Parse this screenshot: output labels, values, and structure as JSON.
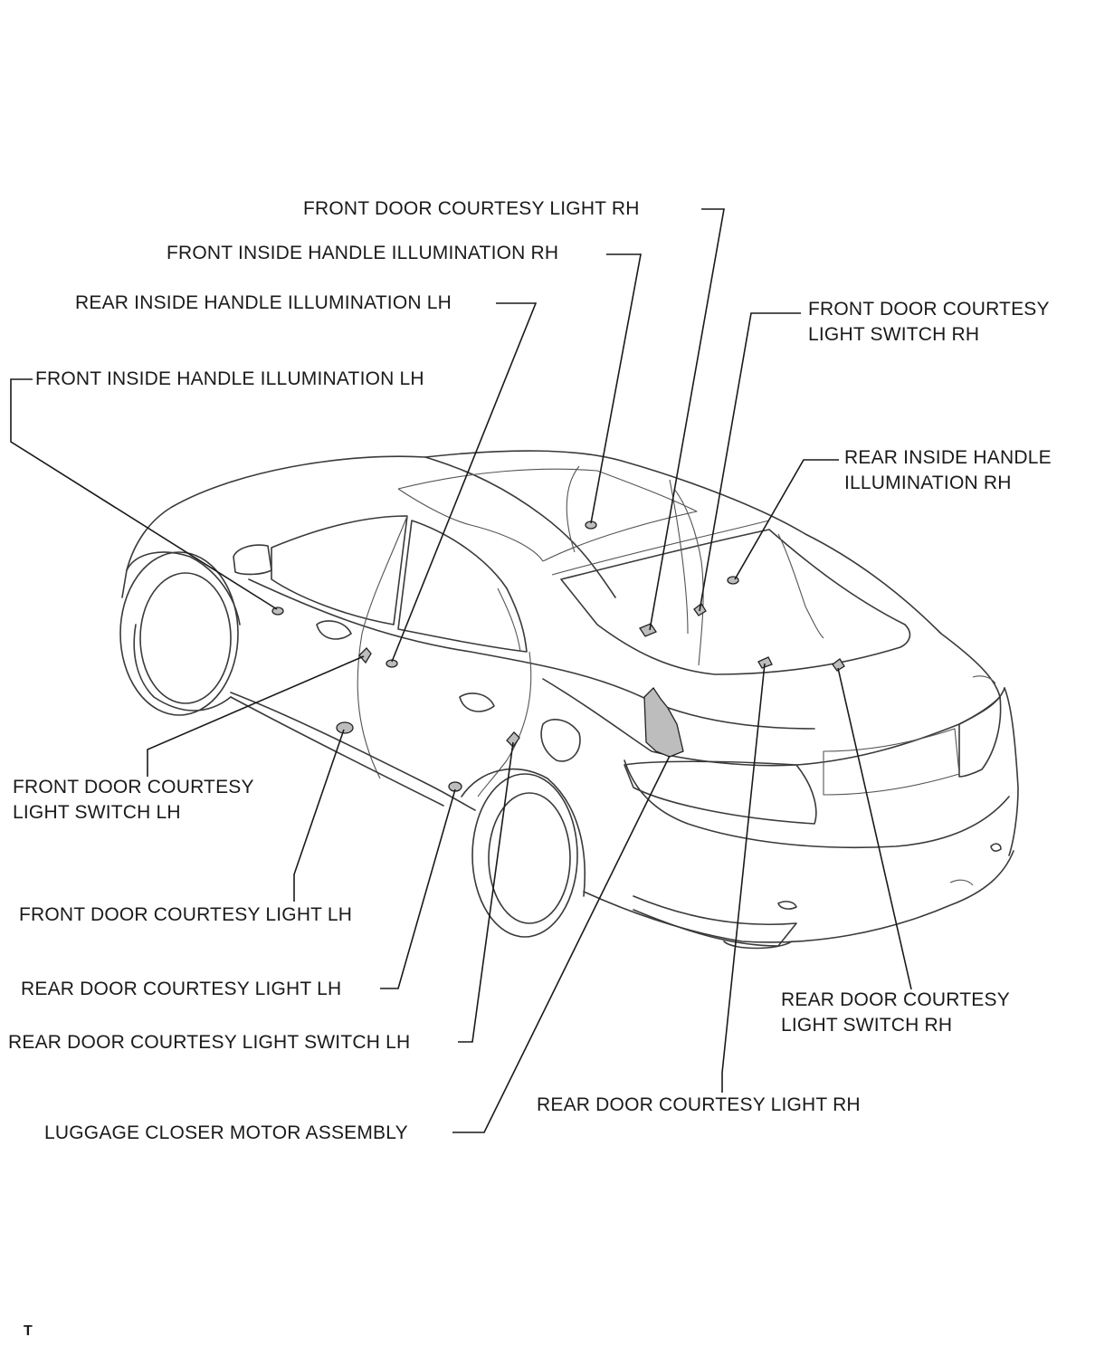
{
  "figure_code": "T",
  "labels": {
    "front_door_courtesy_light_rh": "FRONT DOOR COURTESY LIGHT RH",
    "front_inside_handle_illumination_rh": "FRONT INSIDE HANDLE ILLUMINATION RH",
    "rear_inside_handle_illumination_lh": "REAR INSIDE HANDLE ILLUMINATION LH",
    "front_inside_handle_illumination_lh": "FRONT INSIDE HANDLE ILLUMINATION LH",
    "front_door_courtesy_light_switch_rh": [
      "FRONT DOOR COURTESY",
      "LIGHT SWITCH RH"
    ],
    "rear_inside_handle_illumination_rh": [
      "REAR INSIDE HANDLE",
      "ILLUMINATION RH"
    ],
    "front_door_courtesy_light_switch_lh": [
      "FRONT DOOR COURTESY",
      "LIGHT SWITCH LH"
    ],
    "front_door_courtesy_light_lh": "FRONT DOOR COURTESY LIGHT LH",
    "rear_door_courtesy_light_lh": "REAR DOOR COURTESY LIGHT LH",
    "rear_door_courtesy_light_switch_lh": "REAR DOOR COURTESY LIGHT SWITCH LH",
    "luggage_closer_motor_assembly": "LUGGAGE CLOSER MOTOR ASSEMBLY",
    "rear_door_courtesy_light_switch_rh": [
      "REAR DOOR COURTESY",
      "LIGHT SWITCH RH"
    ],
    "rear_door_courtesy_light_rh": "REAR DOOR COURTESY LIGHT RH"
  }
}
